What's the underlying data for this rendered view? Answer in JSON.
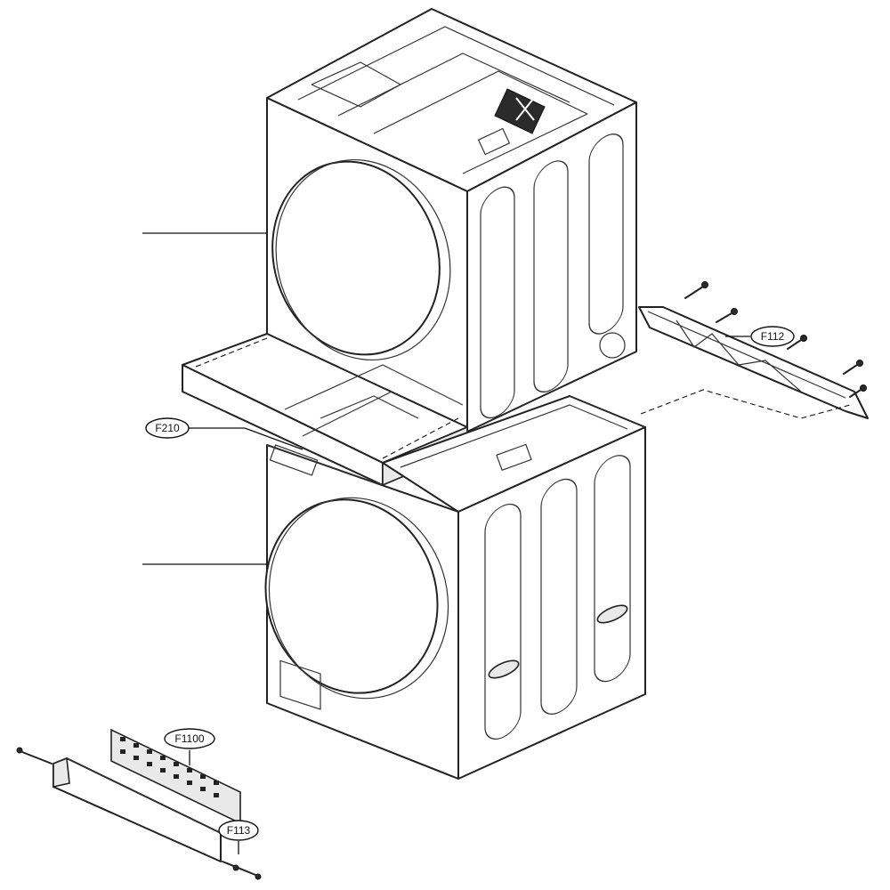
{
  "diagram": {
    "type": "exploded-parts-view",
    "callouts": {
      "f112": "F112",
      "f210": "F210",
      "f1100": "F1100",
      "f113": "F113"
    }
  }
}
